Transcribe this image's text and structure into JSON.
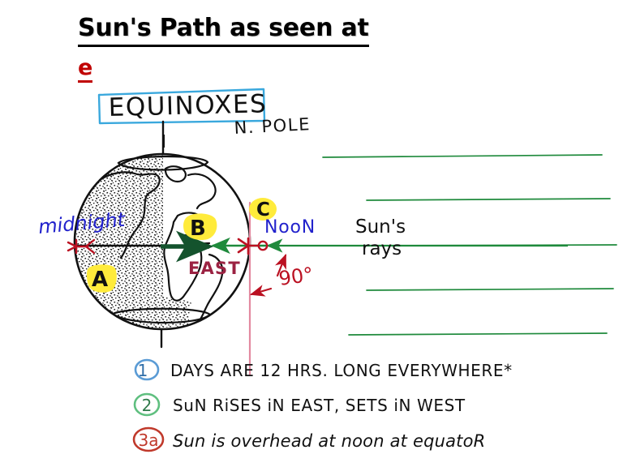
{
  "title": {
    "line1": "Sun's Path as seen at",
    "line2": "e"
  },
  "diagram": {
    "boxed_label": "EQUINOXES",
    "pole_label": "N. POLE",
    "midnight_label": "midnight",
    "noon_label": "NooN",
    "east_label": "EAST",
    "sun_rays_label_1": "Sun's",
    "sun_rays_label_2": "rays",
    "angle_label": "90°",
    "point_a": "A",
    "point_b": "B",
    "point_c": "C"
  },
  "notes": [
    {
      "number": "1",
      "text": "DAYS  ARE  12 HRS.  LONG   EVERYWHERE*"
    },
    {
      "number": "2",
      "text": "SuN   RiSES  iN  EAST,  SETS    iN   WEST"
    },
    {
      "number": "3a",
      "text": "Sun  is  overhead  at  noon  at  equatoR"
    }
  ],
  "colors": {
    "ink_black": "#111111",
    "ink_blue": "#2222cc",
    "ink_red": "#bb1122",
    "ink_green": "#1f8a3c",
    "ink_dark_green": "#14532d",
    "highlight_yellow": "#ffeb3b",
    "box_blue": "#3aa8dd",
    "terminator_pink": "#e38aa0",
    "title_red": "#c00000",
    "circle1_blue": "#5a9bd5",
    "circle2_green": "#5fbf7f",
    "circle3_red": "#c0392b"
  }
}
